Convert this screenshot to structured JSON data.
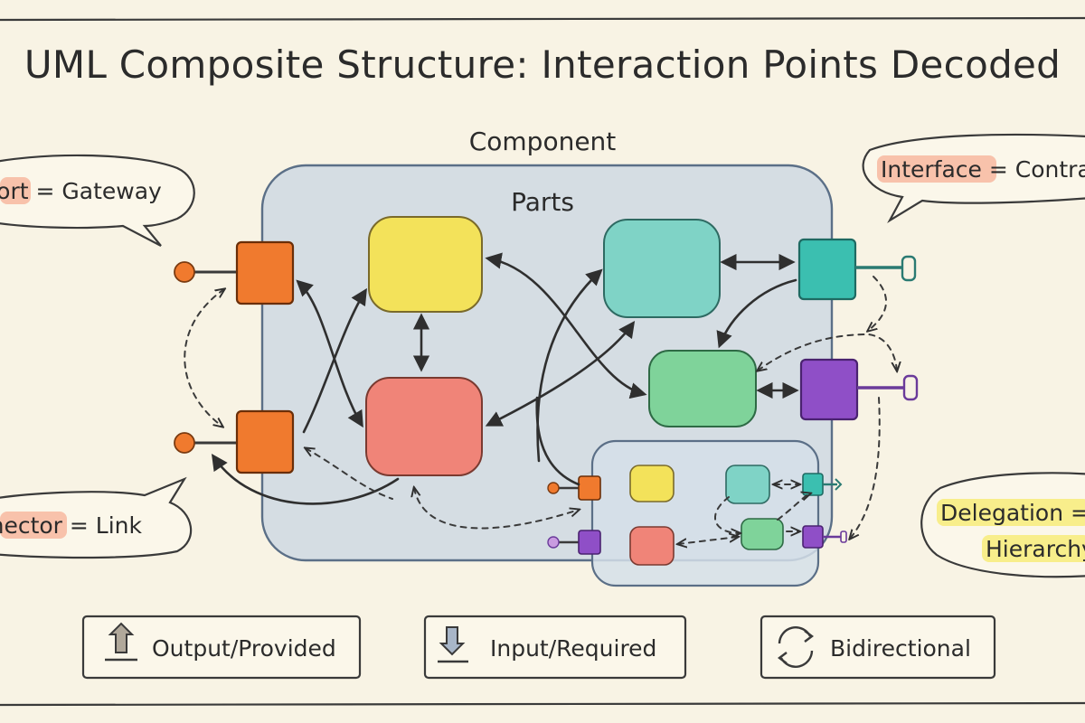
{
  "title": "UML Composite Structure: Interaction Points Decoded",
  "labels": {
    "component": "Component",
    "parts": "Parts"
  },
  "bubbles": {
    "port": {
      "prefix": "Port",
      "rest": " = Gateway"
    },
    "interface": {
      "prefix": "Interface",
      "rest": " = Contract"
    },
    "connector": {
      "prefix": "Connector",
      "rest": " = Link"
    },
    "delegation": {
      "line1": "Delegation =",
      "line2": "Hierarchy"
    }
  },
  "legend": [
    {
      "icon": "arrow-up-icon",
      "label": "Output/Provided"
    },
    {
      "icon": "arrow-down-icon",
      "label": "Input/Required"
    },
    {
      "icon": "cycle-icon",
      "label": "Bidirectional"
    }
  ],
  "colors": {
    "background": "#f8f3e4",
    "component": "#c9d6e3",
    "port": "#f07a2e",
    "part_yellow": "#f3e25a",
    "part_red": "#f08478",
    "part_teal": "#7fd3c6",
    "part_green": "#7fd39a",
    "interface_teal": "#3bbfb0",
    "interface_purple": "#8f4fc7",
    "highlight_orange": "#f7b9a0",
    "highlight_yellow": "#f7ec7a"
  }
}
